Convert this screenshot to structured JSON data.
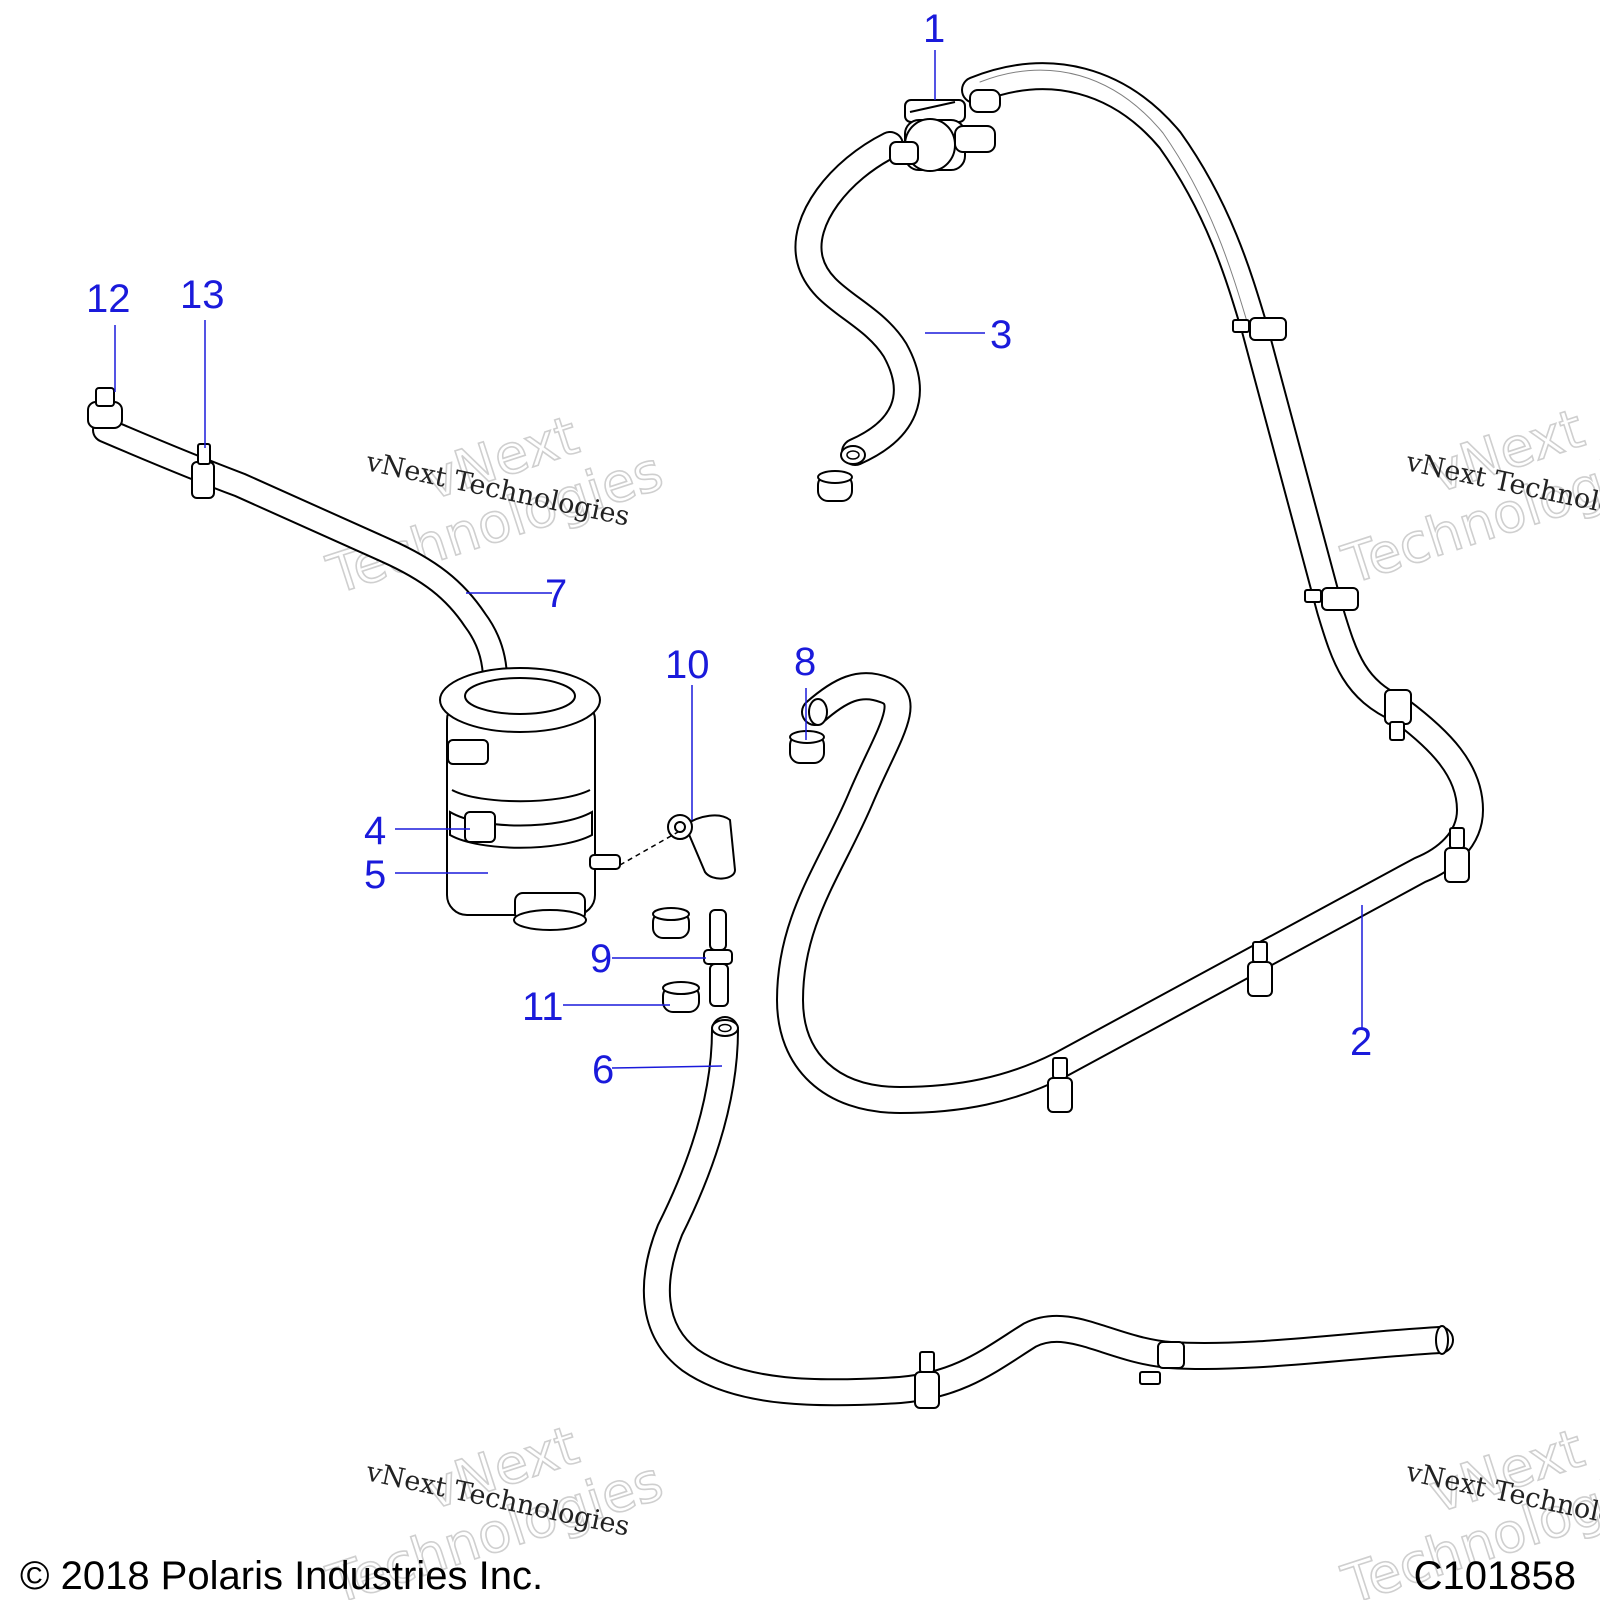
{
  "colors": {
    "callout": "#1a1adb",
    "line": "#000000",
    "hose_fill": "#ffffff",
    "watermark": "#cfcfcf"
  },
  "callouts": [
    "1",
    "2",
    "3",
    "4",
    "5",
    "6",
    "7",
    "8",
    "9",
    "10",
    "11",
    "12",
    "13"
  ],
  "watermark": {
    "big_top": "vNext",
    "big_bottom": "Technologies",
    "small": "vNext Technologies"
  },
  "footer": {
    "copyright": "© 2018 Polaris Industries Inc.",
    "figure_id": "C101858"
  }
}
